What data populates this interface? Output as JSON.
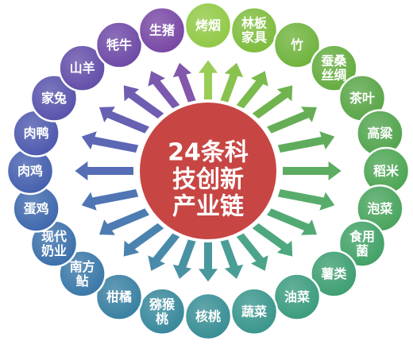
{
  "center": {
    "lines": [
      "24条科",
      "技创新",
      "产业链"
    ],
    "color": "#c74644"
  },
  "industries": [
    {
      "label": "烤烟",
      "color": "#8fc843"
    },
    {
      "label": "林板家具",
      "color": "#7cbb3a"
    },
    {
      "label": "竹",
      "color": "#6db23a"
    },
    {
      "label": "蚕桑丝绸",
      "color": "#62ab3c"
    },
    {
      "label": "茶叶",
      "color": "#57a445"
    },
    {
      "label": "高粱",
      "color": "#4fa34b"
    },
    {
      "label": "稻米",
      "color": "#4aa451"
    },
    {
      "label": "泡菜",
      "color": "#46a35b"
    },
    {
      "label": "食用菌",
      "color": "#3fa064"
    },
    {
      "label": "薯类",
      "color": "#3b9d70"
    },
    {
      "label": "油菜",
      "color": "#389a7d"
    },
    {
      "label": "蔬菜",
      "color": "#36948a"
    },
    {
      "label": "核桃",
      "color": "#358d93"
    },
    {
      "label": "猕猴桃",
      "color": "#35869a"
    },
    {
      "label": "柑橘",
      "color": "#367ea0"
    },
    {
      "label": "南方鲇",
      "color": "#3776a6"
    },
    {
      "label": "现代奶业",
      "color": "#396ea9"
    },
    {
      "label": "蛋鸡",
      "color": "#3c66ac"
    },
    {
      "label": "肉鸡",
      "color": "#435ead"
    },
    {
      "label": "肉鸭",
      "color": "#4b57ad"
    },
    {
      "label": "家兔",
      "color": "#5650ab"
    },
    {
      "label": "山羊",
      "color": "#614ba8"
    },
    {
      "label": "牦牛",
      "color": "#6b47a5"
    },
    {
      "label": "生猪",
      "color": "#7645a3"
    }
  ]
}
